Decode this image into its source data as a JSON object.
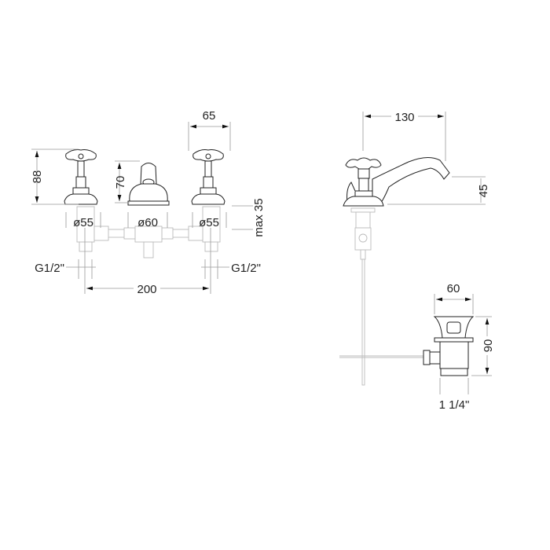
{
  "front_view": {
    "handle_height": "88",
    "spout_height": "70",
    "handle_width": "65",
    "left_base_diameter": "ø55",
    "spout_base_diameter": "ø60",
    "right_base_diameter": "ø55",
    "max_deck_thickness": "max 35",
    "left_connection": "G1/2\"",
    "right_connection": "G1/2\"",
    "center_distance": "200"
  },
  "side_view": {
    "reach": "130",
    "spout_outlet_height": "45"
  },
  "drain_view": {
    "flange_diameter": "60",
    "height": "90",
    "thread": "1 1/4\""
  }
}
